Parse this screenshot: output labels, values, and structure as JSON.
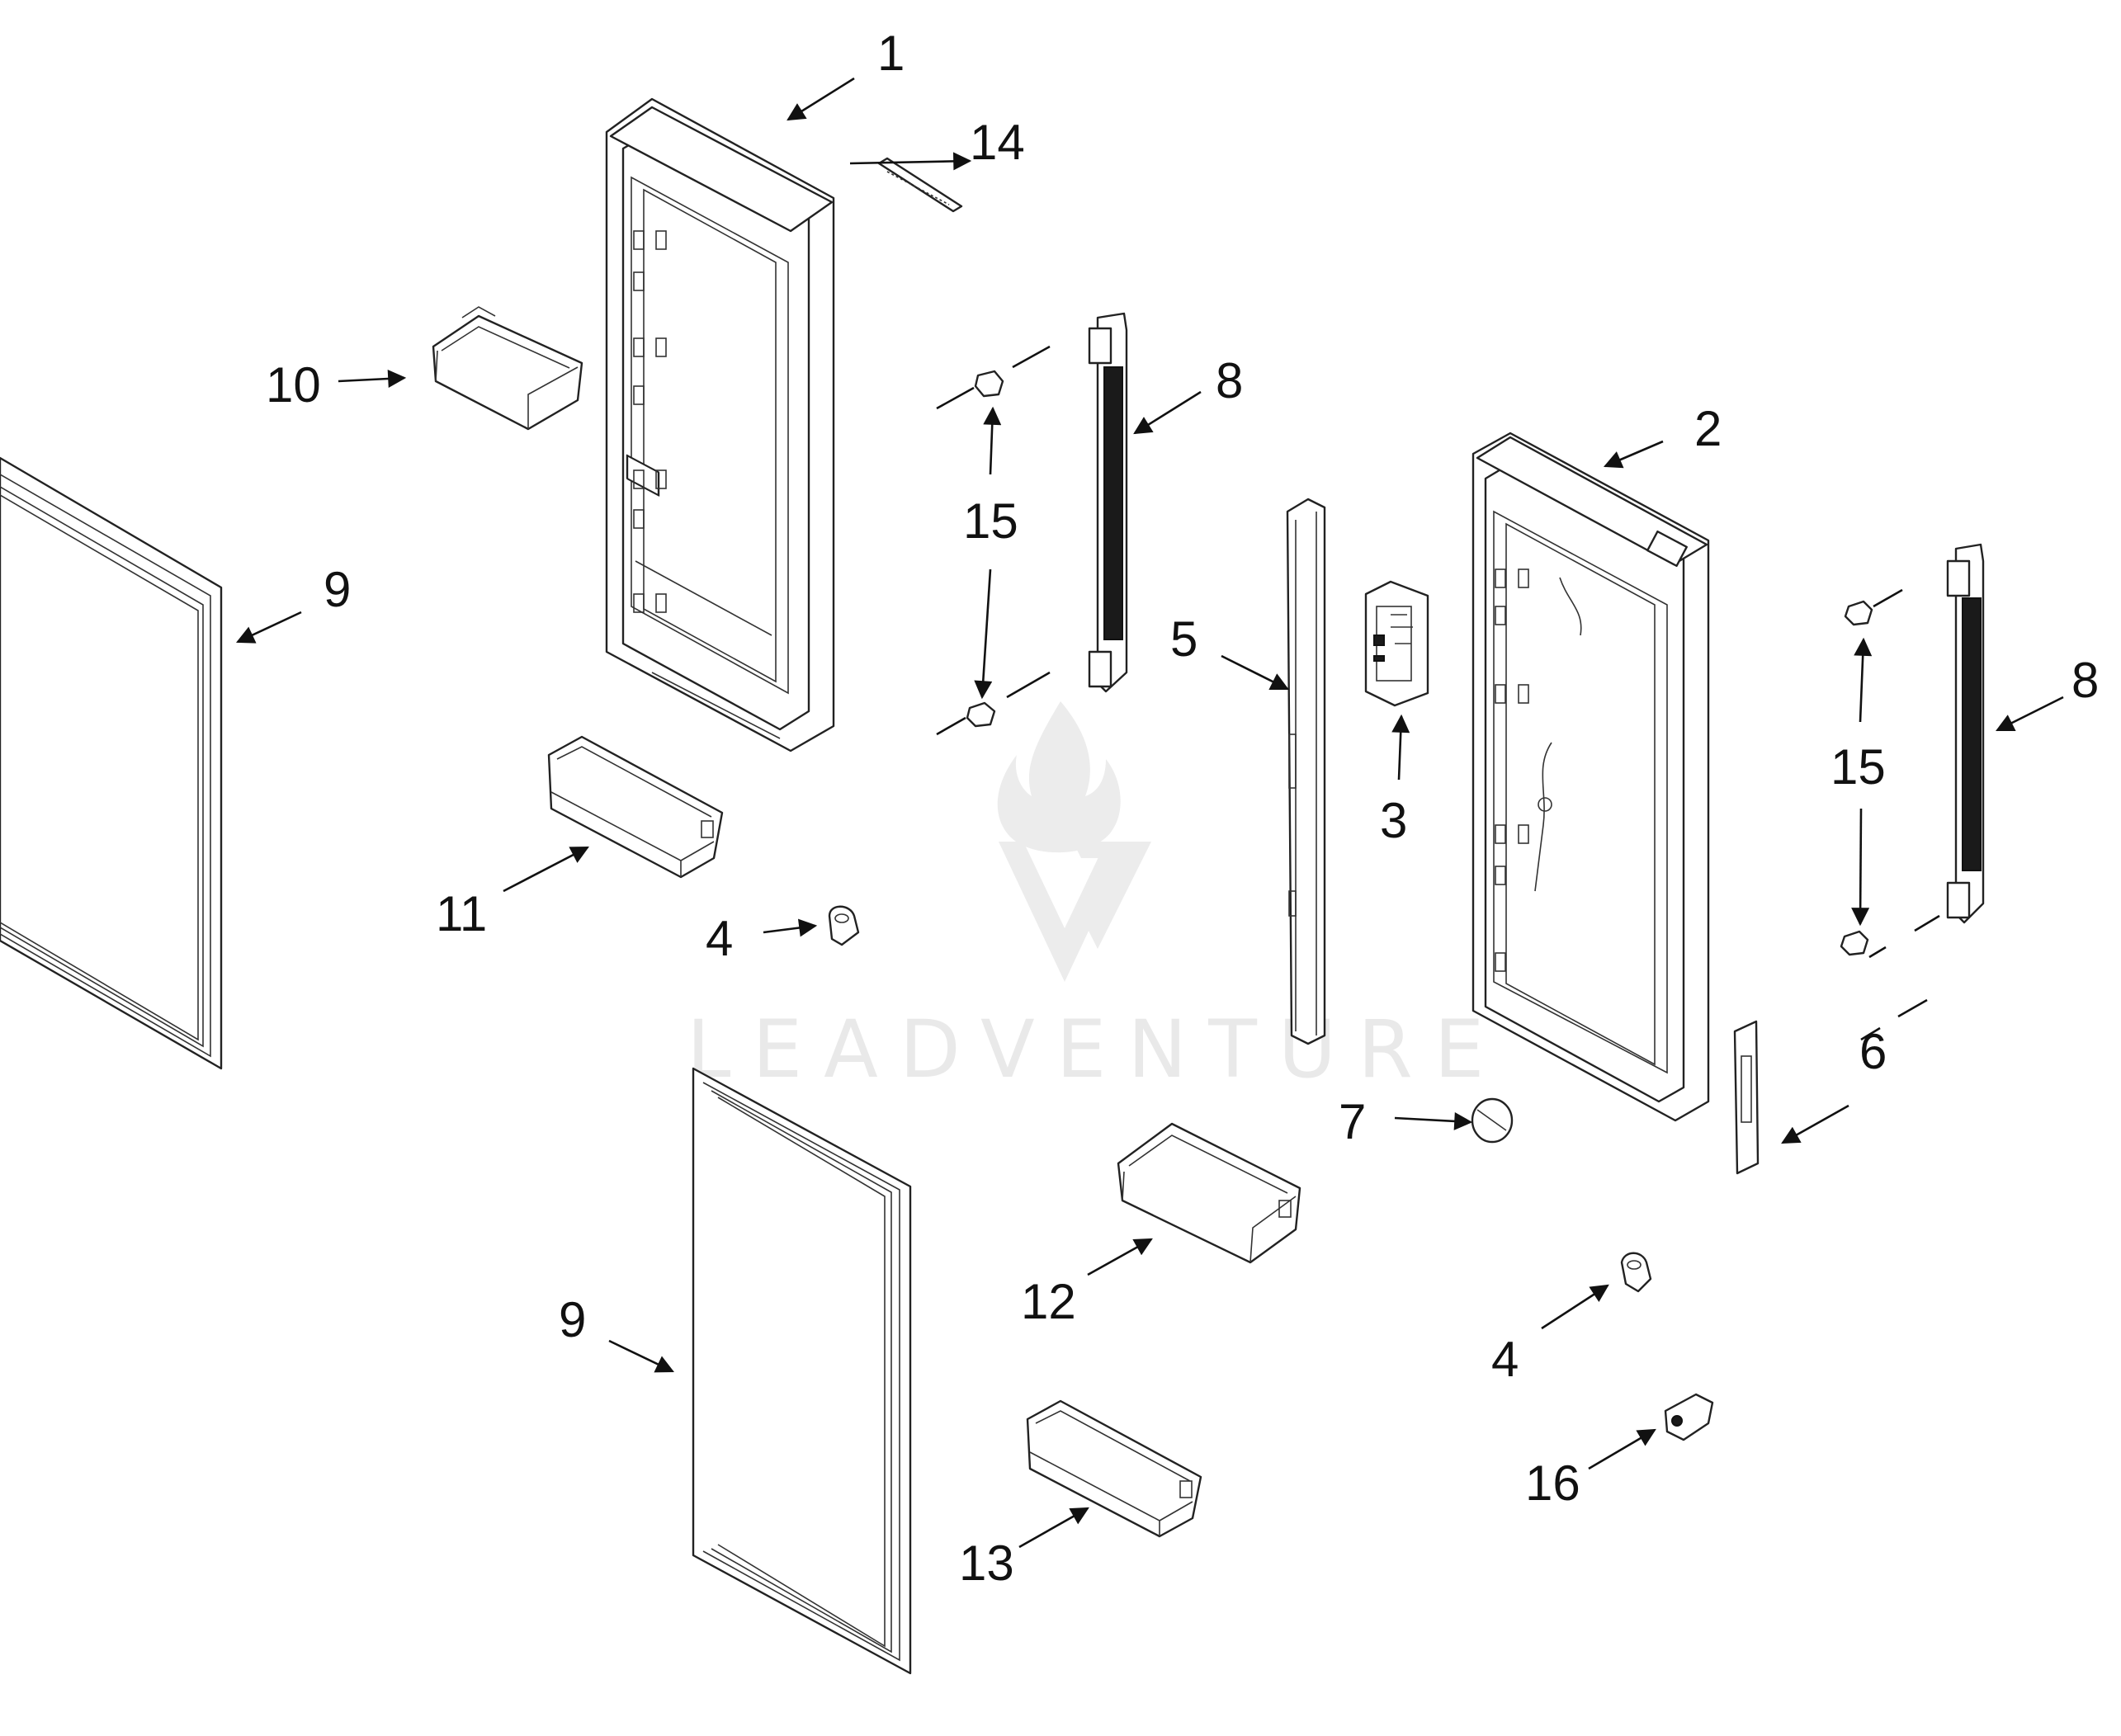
{
  "diagram": {
    "watermark": {
      "text": "LEADVENTURE",
      "logo_icon": "flame-v-logo"
    },
    "callouts": [
      {
        "id": "c1",
        "label": "1",
        "part": "freezer-left-door-assembly"
      },
      {
        "id": "c14",
        "label": "14",
        "part": "door-label-strip"
      },
      {
        "id": "c10",
        "label": "10",
        "part": "door-bin-small"
      },
      {
        "id": "c8a",
        "label": "8",
        "part": "door-handle-left"
      },
      {
        "id": "c15a",
        "label": "15",
        "part": "handle-mounting-screws-left"
      },
      {
        "id": "c9a",
        "label": "9",
        "part": "door-gasket-left"
      },
      {
        "id": "c2",
        "label": "2",
        "part": "right-door-assembly"
      },
      {
        "id": "c5",
        "label": "5",
        "part": "door-mullion"
      },
      {
        "id": "c3",
        "label": "3",
        "part": "control-board"
      },
      {
        "id": "c8b",
        "label": "8",
        "part": "door-handle-right"
      },
      {
        "id": "c15b",
        "label": "15",
        "part": "handle-mounting-screws-right"
      },
      {
        "id": "c11",
        "label": "11",
        "part": "door-bin-long"
      },
      {
        "id": "c4a",
        "label": "4",
        "part": "hinge-clip-left"
      },
      {
        "id": "c6",
        "label": "6",
        "part": "door-end-cap"
      },
      {
        "id": "c7",
        "label": "7",
        "part": "round-plug"
      },
      {
        "id": "c12",
        "label": "12",
        "part": "door-bin-deep"
      },
      {
        "id": "c9b",
        "label": "9",
        "part": "door-gasket-right"
      },
      {
        "id": "c4b",
        "label": "4",
        "part": "hinge-clip-right"
      },
      {
        "id": "c16",
        "label": "16",
        "part": "door-stop-bushing"
      },
      {
        "id": "c13",
        "label": "13",
        "part": "door-bin-shallow"
      }
    ]
  }
}
